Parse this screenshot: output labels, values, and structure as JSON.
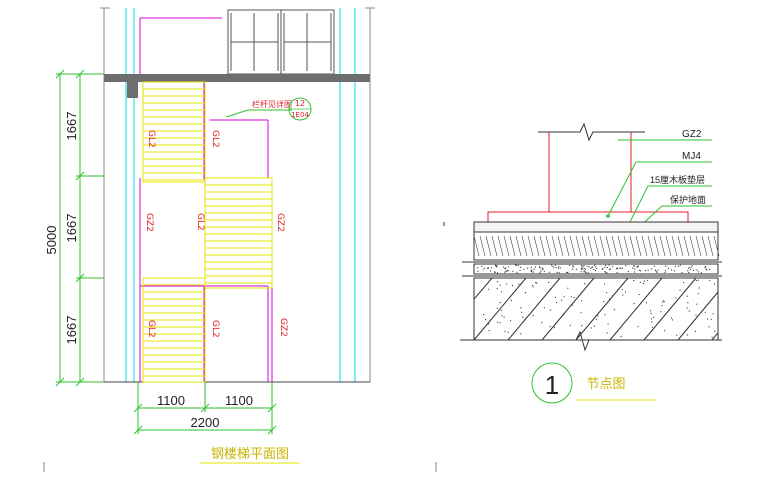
{
  "left_plan": {
    "dim_total": "5000",
    "dim_rows": [
      "1667",
      "1667",
      "1667"
    ],
    "dim_bottom_halves": [
      "1100",
      "1100"
    ],
    "dim_bottom_total": "2200",
    "callout_text": "栏杆见详图",
    "callout_ref_top": "12",
    "callout_ref_bottom": "1E04",
    "labels": {
      "gl2_a": "GL2",
      "gl2_b": "GL2",
      "gz2_left": "GZ2",
      "gl2_mid": "GL2",
      "gz2_right": "GZ2",
      "gl2_c": "GL2",
      "gl2_d": "GL2",
      "gz2_bottom": "GZ2"
    },
    "title": "钢楼梯平面图"
  },
  "detail": {
    "label_gz2": "GZ2",
    "label_mj4": "MJ4",
    "label_layer1": "15厘木板垫层",
    "label_layer2": "保护地面",
    "index_number": "1",
    "title": "节点图"
  },
  "colors": {
    "yellow": "#e6e600",
    "cyan": "#00e6e6",
    "magenta": "#d400d4",
    "red": "#e0202a",
    "green": "#2ec22e",
    "grey_slab": "#6e6e6e",
    "dark": "#222222"
  }
}
